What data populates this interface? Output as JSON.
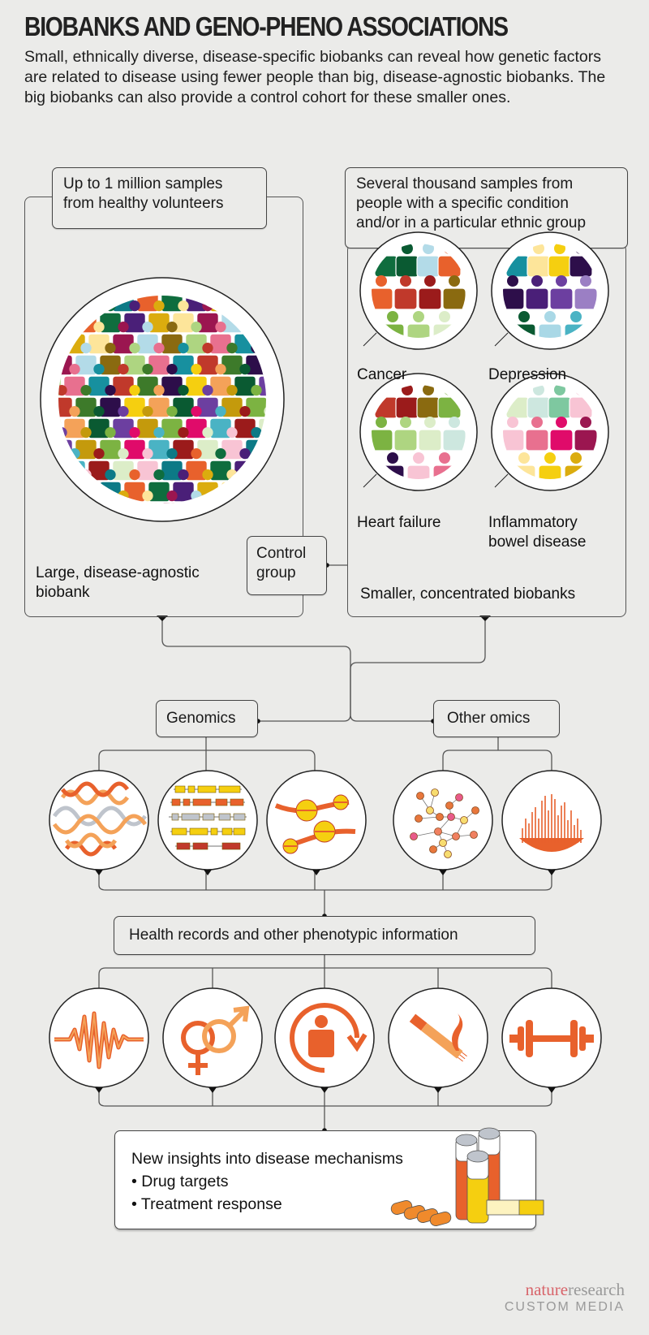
{
  "header": {
    "title": "BIOBANKS AND GENO-PHENO ASSOCIATIONS",
    "subtitle": "Small, ethnically diverse, disease-specific biobanks can reveal how genetic factors are related to disease using fewer people than big, disease-agnostic biobanks. The big biobanks can also provide a control cohort for these smaller ones."
  },
  "large_biobank": {
    "callout": "Up to 1 million samples from healthy volunteers",
    "label": "Large, disease-agnostic biobank",
    "control_group": "Control group"
  },
  "small_biobanks": {
    "callout": "Several thousand samples from people with a specific condition and/or in a particular ethnic group",
    "label": "Smaller, concentrated biobanks",
    "conditions": [
      {
        "label": "Cancer",
        "colors": [
          "#e8612c",
          "#c0392b",
          "#9b1b1b",
          "#8a6a10",
          "#7cb342",
          "#aed581",
          "#dcedc8",
          "#0f6d3e",
          "#0a5a32",
          "#b3dbe8"
        ]
      },
      {
        "label": "Depression",
        "colors": [
          "#2d0e4a",
          "#4a1f78",
          "#6c3fa0",
          "#9b7fc4",
          "#0a5a32",
          "#a9d8e6",
          "#4ab3c4",
          "#17909f",
          "#fde59a",
          "#f5cf10"
        ]
      },
      {
        "label": "Heart failure",
        "colors": [
          "#7cb342",
          "#aed581",
          "#dcedc8",
          "#cde7df",
          "#2d0e4a",
          "#f8c4d4",
          "#e8708f",
          "#c0392b",
          "#9b1b1b",
          "#8a6a10"
        ]
      },
      {
        "label": "Inflammatory bowel disease",
        "colors": [
          "#f8c4d4",
          "#e8708f",
          "#e00b6a",
          "#9b1650",
          "#fde59a",
          "#f5cf10",
          "#dbac0e",
          "#dcedc8",
          "#cde7df",
          "#7ec8a0"
        ]
      }
    ]
  },
  "flow": {
    "genomics": "Genomics",
    "other_omics": "Other omics",
    "genomics_icons": [
      "dna-helix-icon",
      "gene-sequence-icon",
      "chromosome-icon"
    ],
    "omics_icons": [
      "molecular-network-icon",
      "mass-spectrum-icon"
    ],
    "phenotype_box": "Health records and other phenotypic information",
    "phenotype_icons": [
      "heartbeat-waveform-icon",
      "sex-symbols-icon",
      "person-cycle-icon",
      "cigarette-icon",
      "dumbbell-icon"
    ],
    "outcome": {
      "heading": "New insights into disease mechanisms",
      "bullets": [
        "• Drug targets",
        "• Treatment response"
      ]
    }
  },
  "footer": {
    "brand_nature": "nature",
    "brand_research": "research",
    "brand_custom": "CUSTOM MEDIA"
  },
  "colors": {
    "background": "#ebebe9",
    "accent_orange": "#e8612c",
    "accent_light_orange": "#f4a259",
    "accent_yellow": "#f5cf10",
    "line": "#555555"
  },
  "crowd_palette": [
    "#9b1b1b",
    "#c0392b",
    "#e8612c",
    "#f4a259",
    "#fde59a",
    "#7cb342",
    "#aed581",
    "#dcedc8",
    "#3d7a2a",
    "#0f6d3e",
    "#0a5a32",
    "#9b1650",
    "#e00b6a",
    "#e8708f",
    "#f8c4d4",
    "#2d0e4a",
    "#4a1f78",
    "#6c3fa0",
    "#b3dbe8",
    "#4ab3c4",
    "#17909f",
    "#0c7a86",
    "#f5cf10",
    "#dbac0e",
    "#c49a0c",
    "#8a6a10"
  ]
}
